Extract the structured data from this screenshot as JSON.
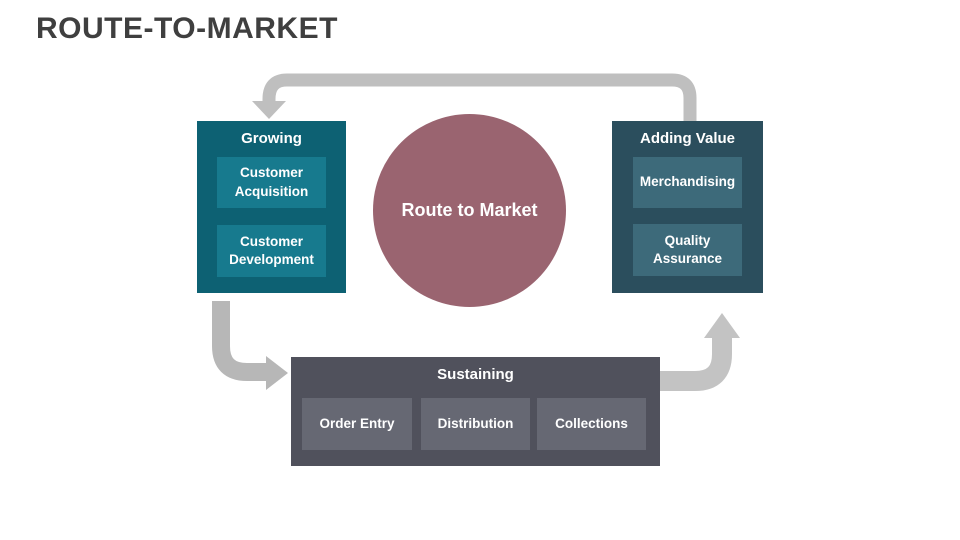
{
  "title": "ROUTE-TO-MARKET",
  "title_color": "#3f3f3f",
  "center": {
    "label": "Route to Market",
    "color": "#9a6470"
  },
  "groups": {
    "growing": {
      "label": "Growing",
      "bg": "#0d6173",
      "item_bg": "#177a8e",
      "items": [
        "Customer Acquisition",
        "Customer Development"
      ]
    },
    "adding_value": {
      "label": "Adding Value",
      "bg": "#2b4e5d",
      "item_bg": "#3d6a7a",
      "items": [
        "Merchandising",
        "Quality Assurance"
      ]
    },
    "sustaining": {
      "label": "Sustaining",
      "bg": "#50515c",
      "item_bg": "#666873",
      "items": [
        "Order Entry",
        "Distribution",
        "Collections"
      ]
    }
  },
  "arrows": {
    "top_color": "#bfbfbf",
    "left_color": "#b7b7b7",
    "right_color": "#c3c3c3"
  }
}
